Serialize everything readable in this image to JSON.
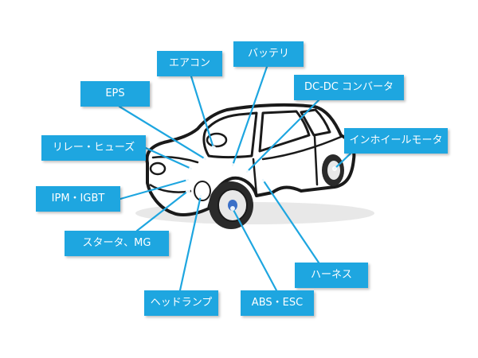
{
  "labels": {
    "aircon": "エアコン",
    "battery": "バッテリ",
    "eps": "EPS",
    "dcdc": "DC-DC コンバータ",
    "relay": "リレー・ヒューズ",
    "inwheel": "インホイールモータ",
    "ipm": "IPM・IGBT",
    "starter": "スタータ、MG",
    "harness": "ハーネス",
    "headlamp": "ヘッドランプ",
    "abs": "ABS・ESC"
  },
  "colors": {
    "label_bg": "#1ea6e0",
    "line": "#1ea6e0",
    "car_outline": "#1a1a1a"
  }
}
